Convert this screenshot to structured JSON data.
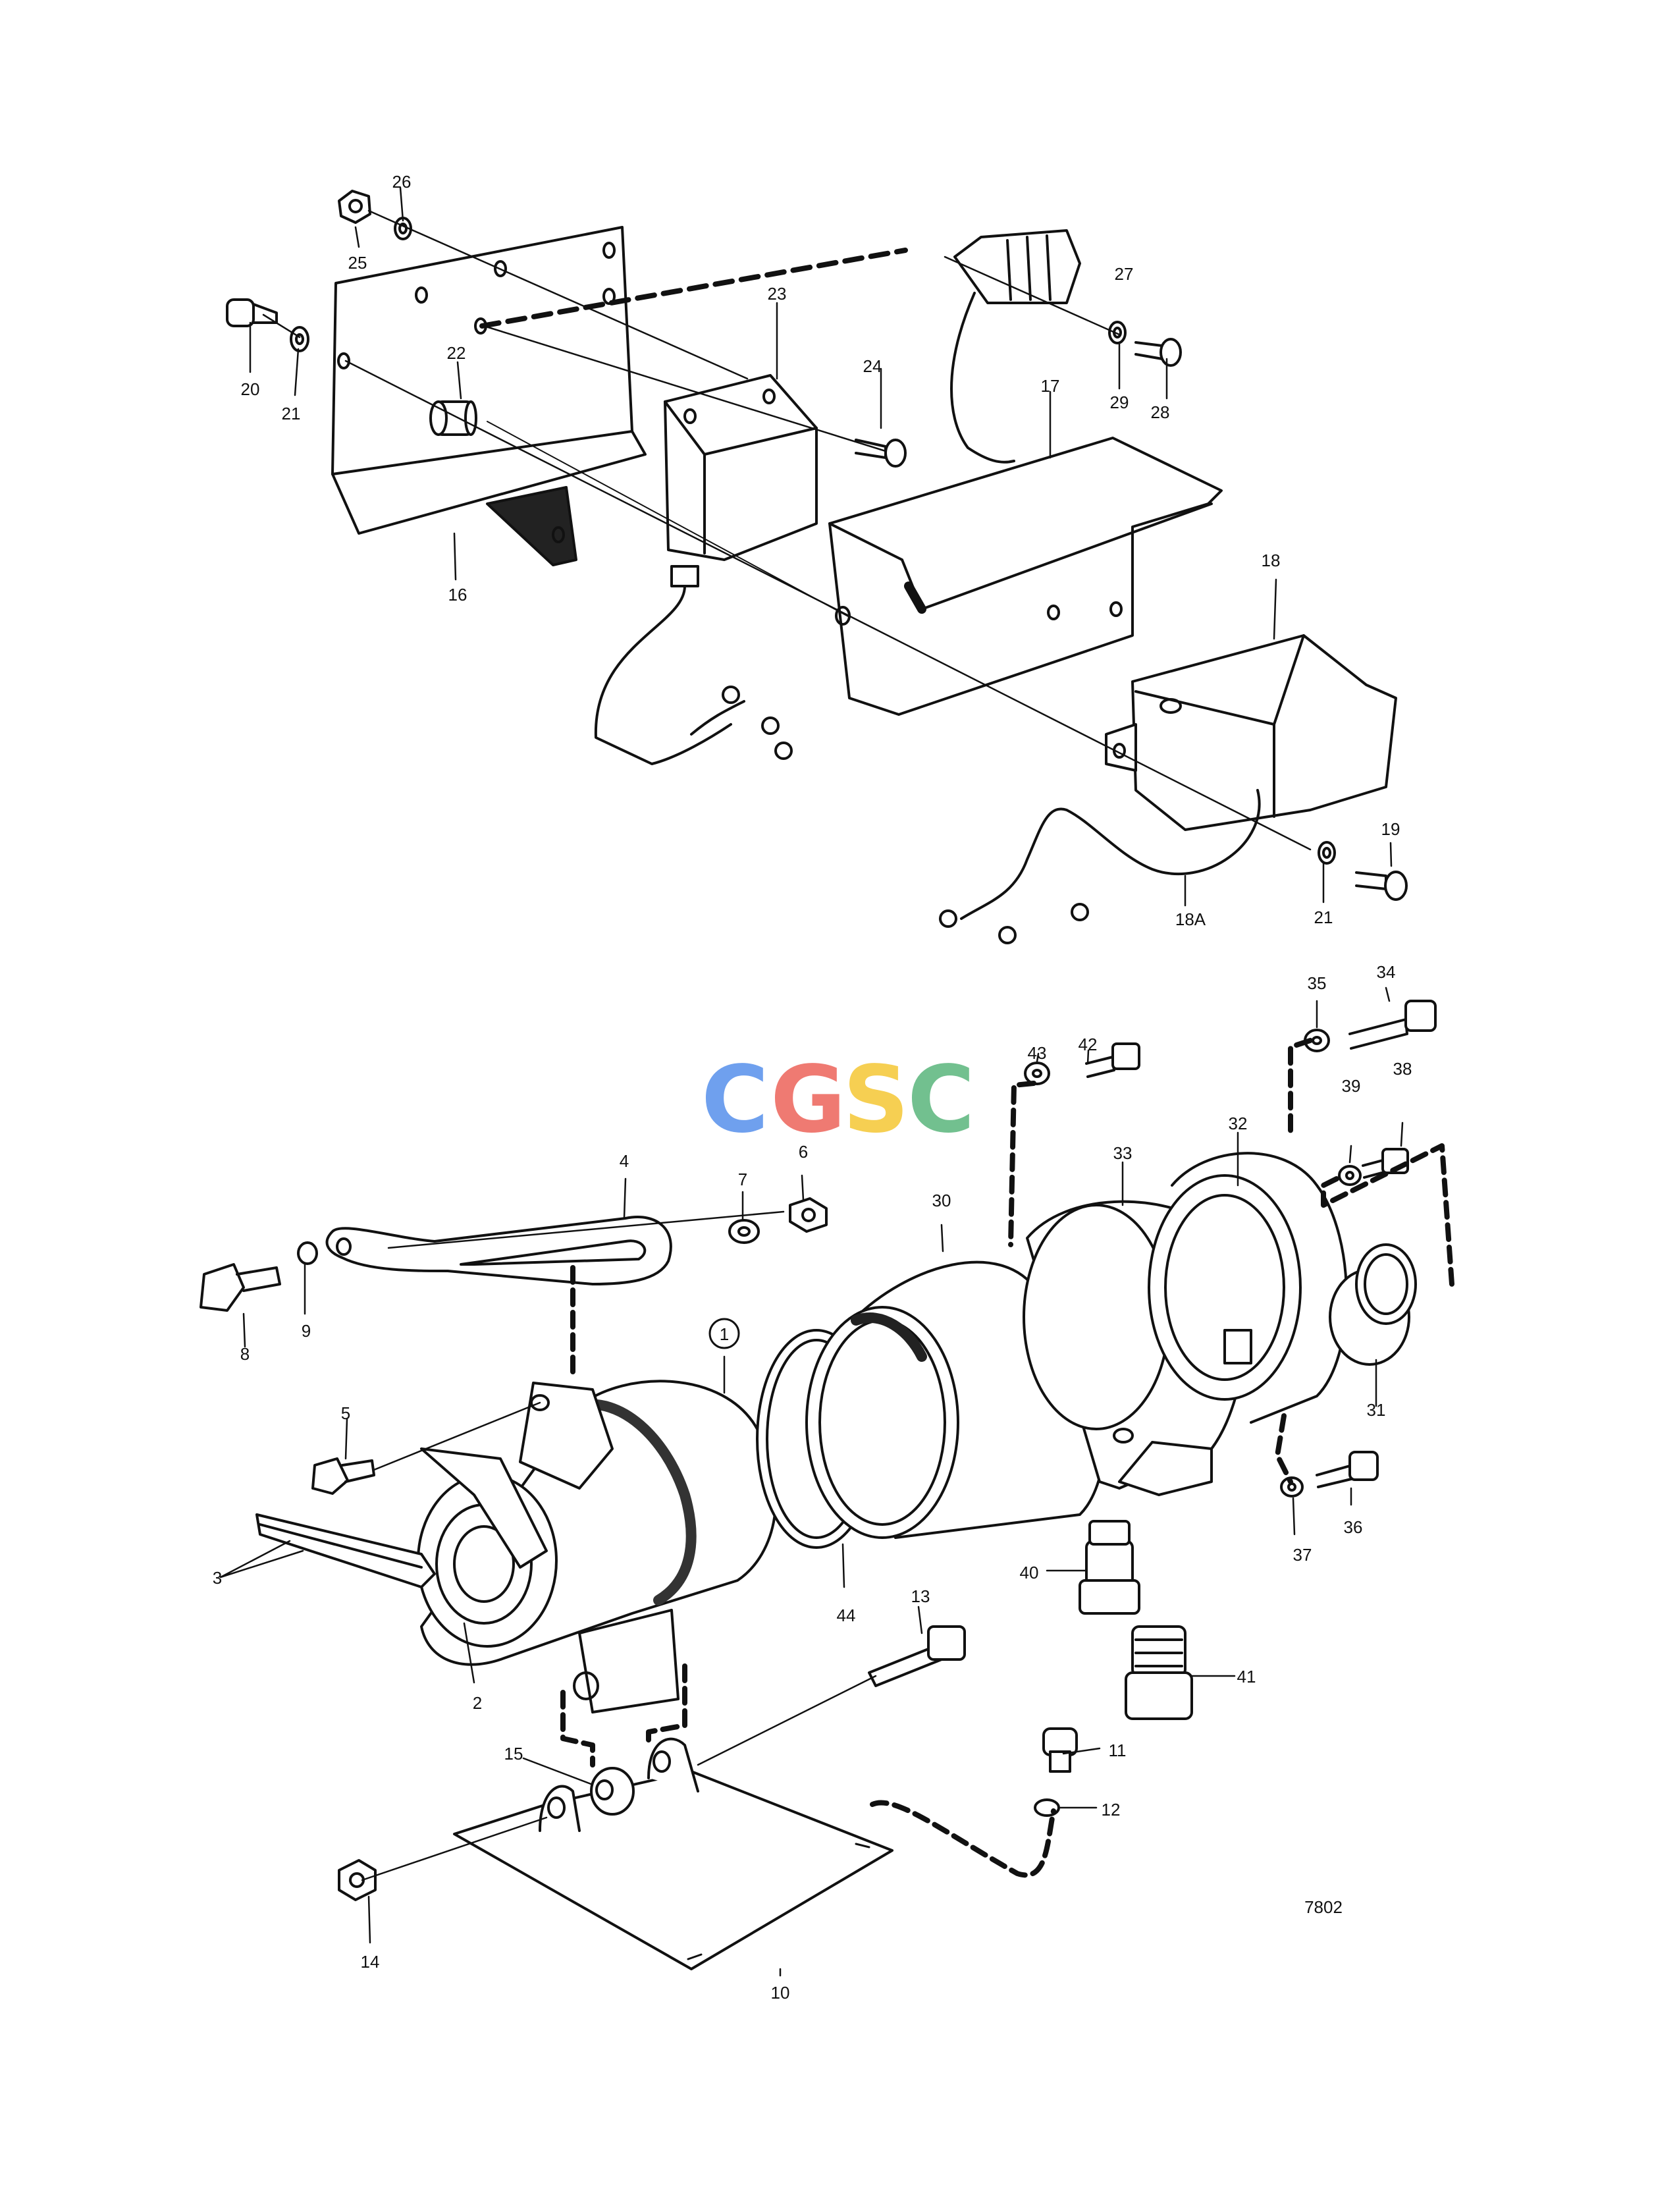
{
  "logo": {
    "letters": [
      "C",
      "G",
      "S",
      "C"
    ],
    "colors": [
      "#6fa0ee",
      "#ef7a72",
      "#f6cf52",
      "#72c08f"
    ]
  },
  "drawing_number": "7802",
  "part_labels": {
    "p1": "1",
    "p2": "2",
    "p3": "3",
    "p4": "4",
    "p5": "5",
    "p6": "6",
    "p7": "7",
    "p8": "8",
    "p9": "9",
    "p10": "10",
    "p11": "11",
    "p12": "12",
    "p13": "13",
    "p14": "14",
    "p15": "15",
    "p16": "16",
    "p17": "17",
    "p18": "18",
    "p18a": "18A",
    "p19": "19",
    "p20": "20",
    "p21": "21",
    "p21b": "21",
    "p22": "22",
    "p23": "23",
    "p24": "24",
    "p25": "25",
    "p26": "26",
    "p27": "27",
    "p28": "28",
    "p29": "29",
    "p30": "30",
    "p31": "31",
    "p32": "32",
    "p33": "33",
    "p34": "34",
    "p35": "35",
    "p36": "36",
    "p37": "37",
    "p38": "38",
    "p39": "39",
    "p40": "40",
    "p41": "41",
    "p42": "42",
    "p43": "43",
    "p44": "44"
  }
}
